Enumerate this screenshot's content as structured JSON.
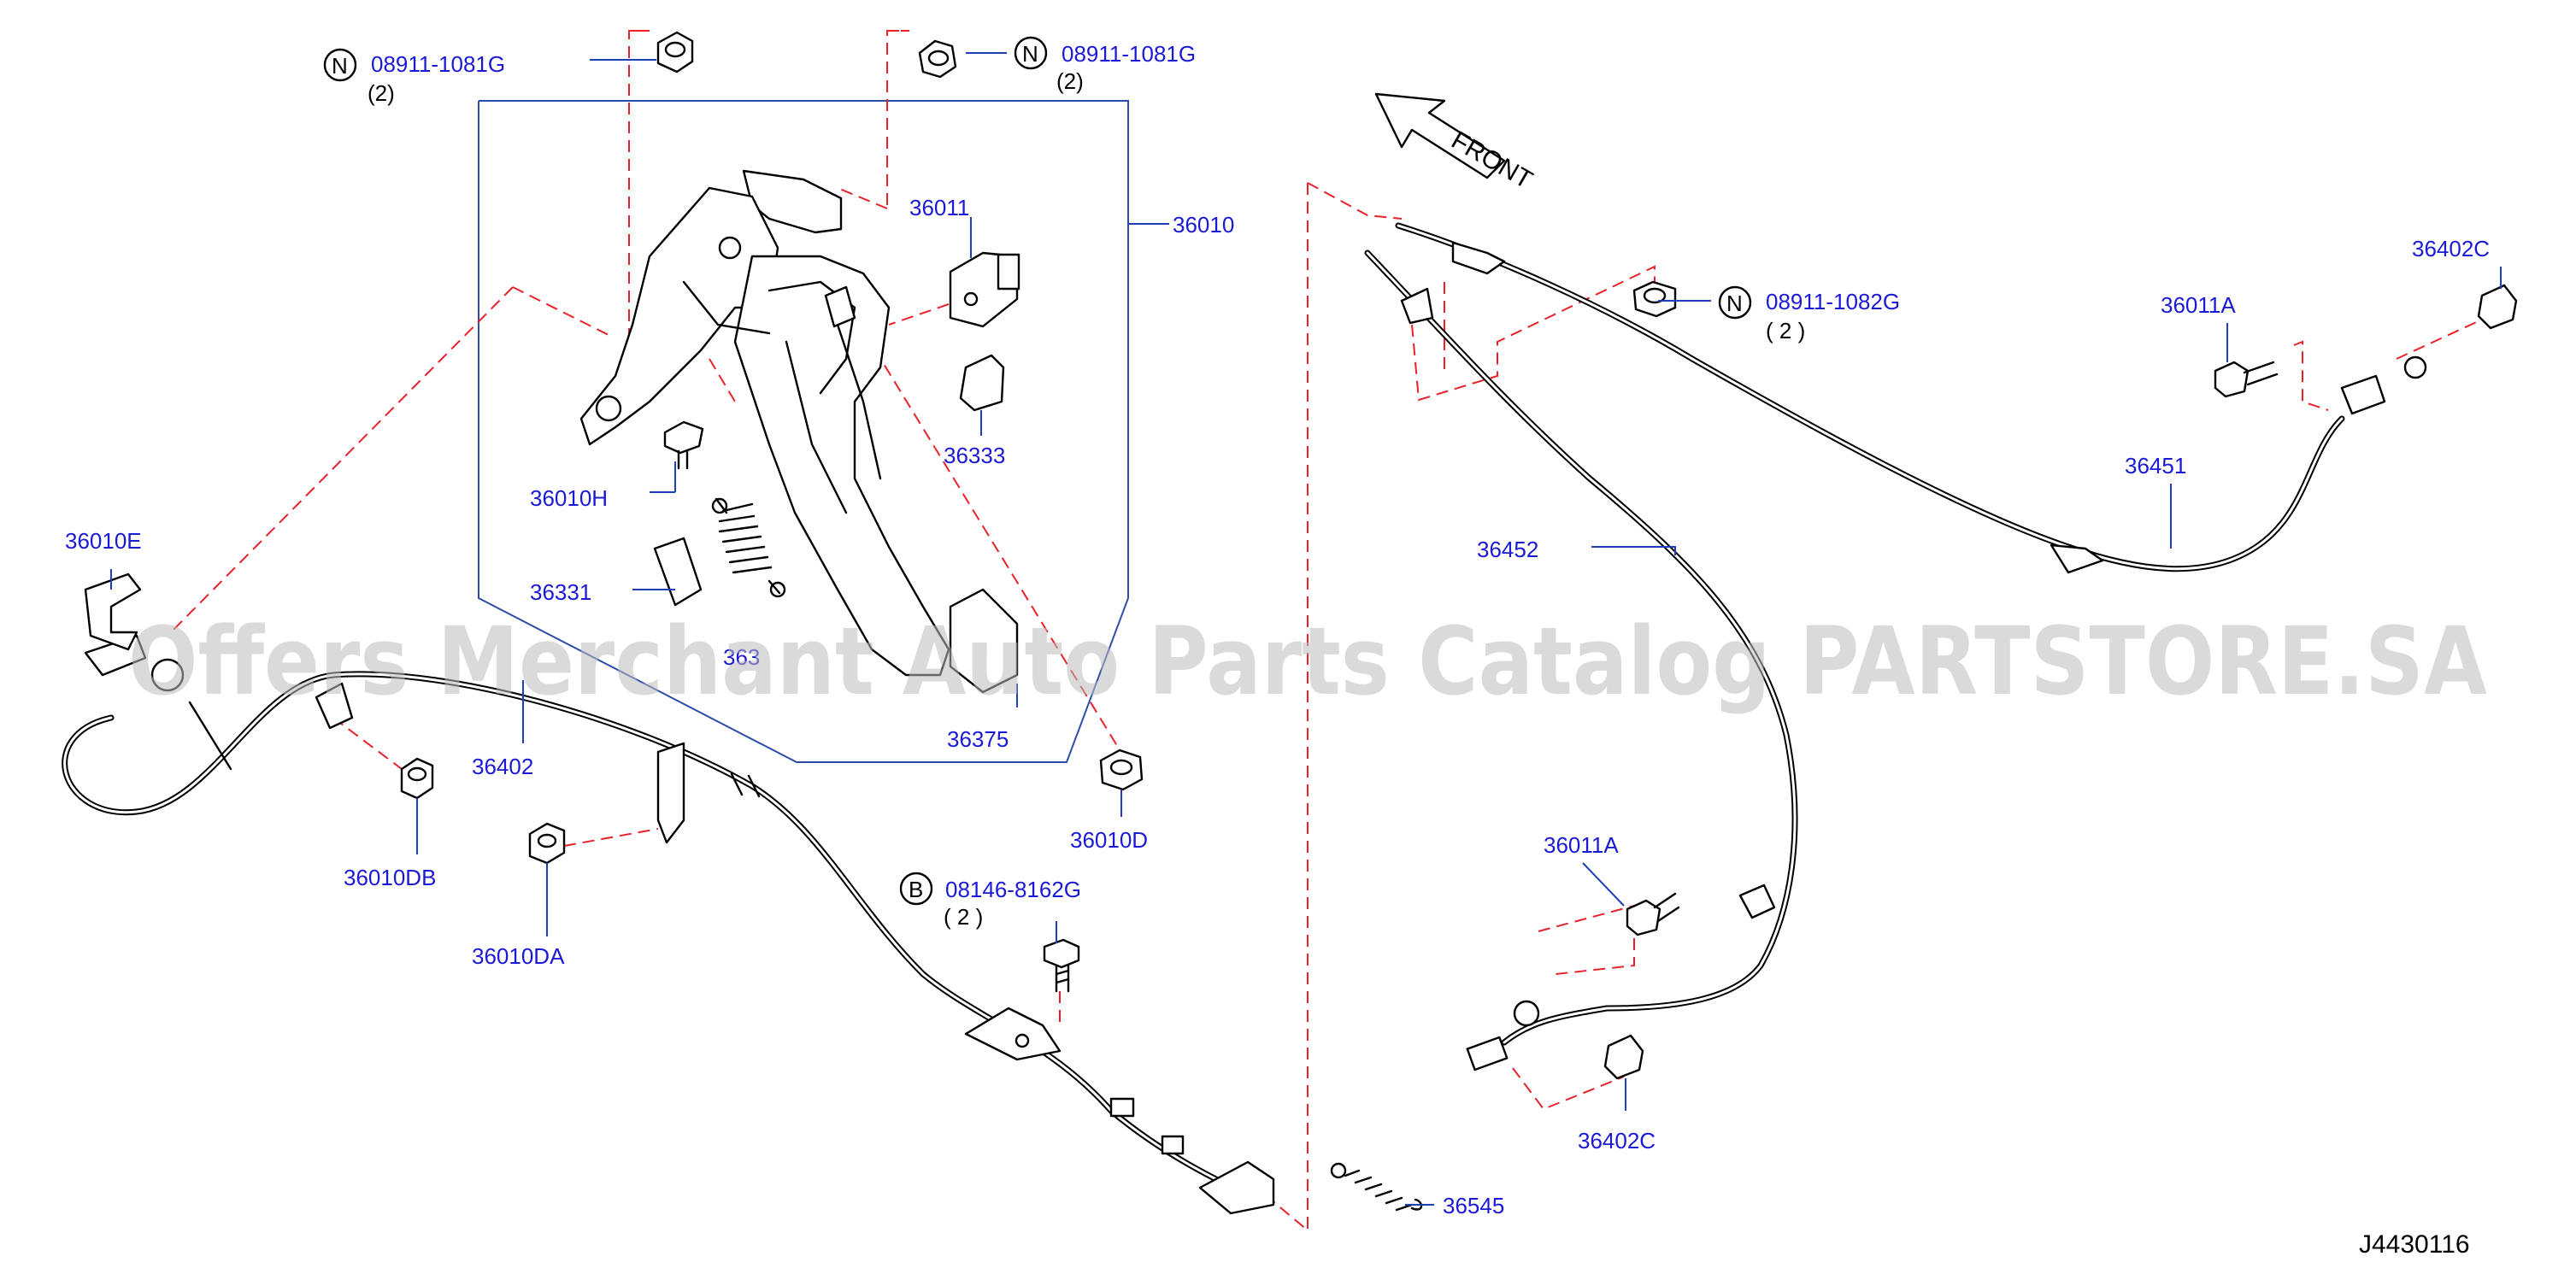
{
  "watermark": "Offers Merchant Auto Parts Catalog PARTSTORE.SA",
  "diagram_code": "J4430116",
  "front_label": "FRONT",
  "callouts": {
    "n_nut_left": {
      "marker": "N",
      "part": "08911-1081G",
      "qty": "(2)"
    },
    "n_nut_right": {
      "marker": "N",
      "part": "08911-1081G",
      "qty": "(2)"
    },
    "n_nut_rear": {
      "marker": "N",
      "part": "08911-1082G",
      "qty": "( 2 )"
    },
    "b_bolt": {
      "marker": "B",
      "part": "08146-8162G",
      "qty": "( 2 )"
    }
  },
  "labels": {
    "p36010": "36010",
    "p36011": "36011",
    "p36333": "36333",
    "p36010H": "36010H",
    "p36331": "36331",
    "p36343": "363",
    "p36375": "36375",
    "p36010D": "36010D",
    "p36010E": "36010E",
    "p36402": "36402",
    "p36010DB": "36010DB",
    "p36010DA": "36010DA",
    "p36545": "36545",
    "p36452": "36452",
    "p36451": "36451",
    "p36011A_top": "36011A",
    "p36011A_bottom": "36011A",
    "p36402C_top": "36402C",
    "p36402C_bottom": "36402C"
  },
  "colors": {
    "label": "#1a1ad6",
    "leader": "#1f3fb8",
    "dash": "#e8212a",
    "outline": "#000000"
  }
}
